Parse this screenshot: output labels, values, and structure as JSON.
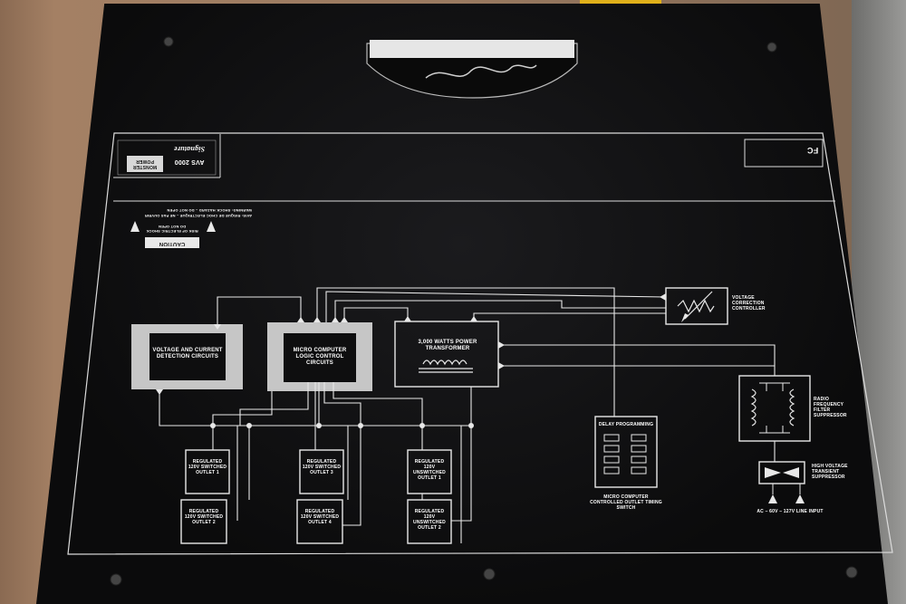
{
  "colors": {
    "panel": "#0e0e0f",
    "line": "#e8e8e8",
    "silver": "#c9c9c9"
  },
  "blocks": {
    "detection": "VOLTAGE AND CURRENT DETECTION CIRCUITS",
    "logic": "MICRO COMPUTER LOGIC CONTROL CIRCUITS",
    "transformer": "3,000 WATTS POWER TRANSFORMER",
    "voltage_ctrl": "VOLTAGE CORRECTION CONTROLLER",
    "rf_filter": "RADIO FREQUENCY FILTER SUPPRESSOR",
    "transient": "HIGH VOLTAGE TRANSIENT SUPPRESSOR",
    "line_input": "AC – 60V – 127V LINE INPUT",
    "delay": "DELAY PROGRAMMING",
    "timing_switch": "MICRO COMPUTER CONTROLLED OUTLET TIMING SWITCH"
  },
  "outlets": [
    "REGULATED 120V SWITCHED OUTLET 1",
    "REGULATED 120V SWITCHED OUTLET 2",
    "REGULATED 120V SWITCHED OUTLET 3",
    "REGULATED 120V SWITCHED OUTLET 4",
    "REGULATED 120V UNSWITCHED OUTLET 1",
    "REGULATED 120V UNSWITCHED OUTLET 2"
  ],
  "header": {
    "brand": "MONSTER POWER",
    "series": "Signature",
    "model": "AVS 2000",
    "caution": "CAUTION",
    "caution_note": "RISK OF ELECTRIC SHOCK DO NOT OPEN",
    "warning": "WARNING: SHOCK HAZARD – DO NOT OPEN",
    "avis": "AVIS: RISQUE DE CHOC ELECTRIQUE – NE PAS OUVRIR",
    "fcc": "FC"
  }
}
